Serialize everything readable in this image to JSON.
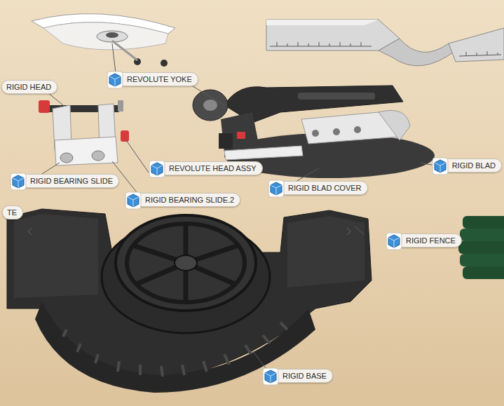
{
  "diagram": {
    "nodes": [
      {
        "text": [
          "RIGID HEAD"
        ]
      },
      {
        "text": [
          "REVOLUTE YOKE"
        ]
      },
      {
        "text": [
          "RIGID BEARING SLIDE"
        ]
      },
      {
        "text": [
          "REVOLUTE HEAD ASSY"
        ]
      },
      {
        "text": [
          "RIGID BEARING SLIDE.2"
        ]
      },
      {
        "text": [
          "RIGID BLAD COVER"
        ]
      },
      {
        "text": [
          "RIGID BLAD"
        ]
      },
      {
        "text": [
          "TE"
        ]
      },
      {
        "text": [
          "RIGID FENCE"
        ]
      },
      {
        "text": [
          "RIGID BASE"
        ]
      }
    ]
  }
}
